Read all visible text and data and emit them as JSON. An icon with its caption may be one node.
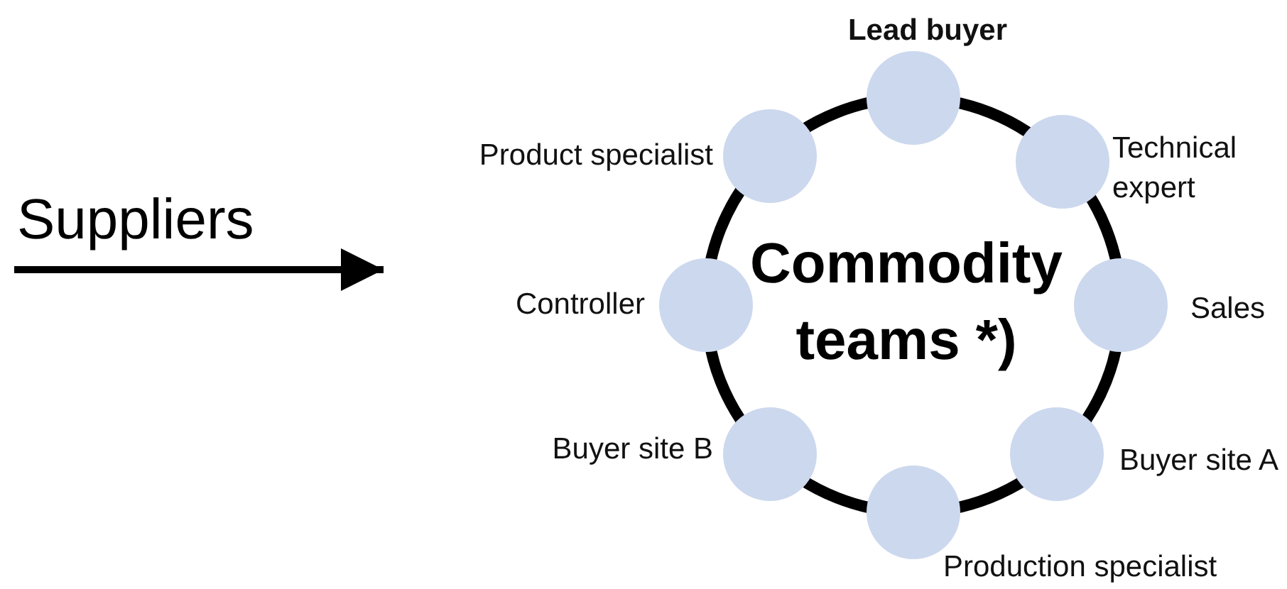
{
  "diagram": {
    "nodes": [
      {
        "text": [
          "Commodity teams *)"
        ]
      },
      {
        "text": [],
        "shape": "circle",
        "beside": [
          "Lead buyer"
        ]
      },
      {
        "text": [],
        "shape": "circle",
        "beside": [
          "Technical expert"
        ]
      },
      {
        "text": [],
        "shape": "circle",
        "beside": [
          "Sales"
        ]
      },
      {
        "text": [],
        "shape": "circle",
        "beside": [
          "Buyer site A"
        ]
      },
      {
        "text": [],
        "shape": "circle",
        "beside": [
          "Production specialist"
        ]
      },
      {
        "text": [],
        "shape": "circle",
        "beside": [
          "Buyer site B"
        ]
      },
      {
        "text": [],
        "shape": "circle",
        "beside": [
          "Controller"
        ]
      },
      {
        "text": [],
        "shape": "circle",
        "beside": [
          "Product specialist"
        ]
      }
    ],
    "labels": [
      "Suppliers"
    ]
  }
}
